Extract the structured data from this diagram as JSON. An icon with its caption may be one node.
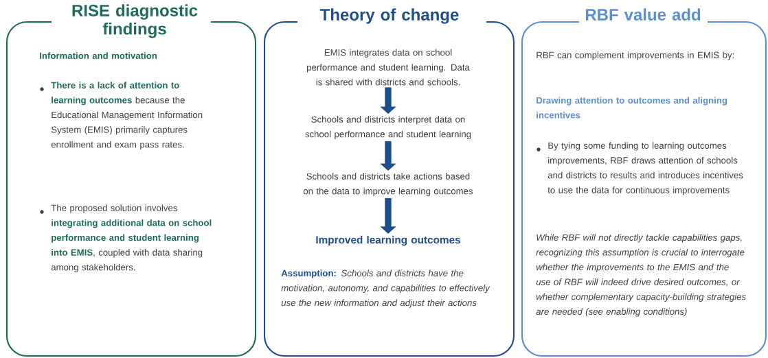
{
  "diagram": {
    "nodes": [
      {
        "text": [
          "RISE diagnostic findings",
          "Information and motivation",
          "**There is a lack of attention to learning outcomes** because the Educational Management Information System (EMIS) primarily captures enrollment and exam pass rates.",
          "The proposed solution involves **integrating additional data on school performance and student learning into EMIS**, coupled with data sharing among stakeholders."
        ]
      },
      {
        "text": [
          "Theory of change",
          "**Assumption:** *Schools and districts have the motivation, autonomy, and capabilities to effectively use the new information and adjust their actions*"
        ]
      },
      {
        "text": [
          "EMIS integrates data on school performance and student learning. Data is shared with districts and schools."
        ],
        "in": 1
      },
      {
        "text": [
          "Schools and districts interpret data on school performance and student learning"
        ],
        "in": 1
      },
      {
        "text": [
          "Schools and districts take actions based on the data to improve learning outcomes"
        ],
        "in": 1
      },
      {
        "text": [
          "Improved learning outcomes"
        ],
        "in": 1
      },
      {
        "text": [
          "RBF value add",
          "RBF can complement improvements in EMIS by:",
          "Drawing attention to outcomes and aligning incentives",
          "By tying some funding to learning outcomes improvements, RBF draws attention of schools and districts to results and introduces incentives to use the data for continuous improvements",
          "While RBF will not directly tackle capabilities gaps, recognizing this assumption is crucial to interrogate whether the improvements to the EMIS and the use of RBF will indeed drive desired outcomes, or whether complementary capacity-building strategies are needed (see enabling conditions)"
        ]
      }
    ],
    "edges": [
      {
        "from": 2,
        "to": 3,
        "arrow": "to"
      },
      {
        "from": 3,
        "to": 4,
        "arrow": "to"
      },
      {
        "from": 4,
        "to": 5,
        "arrow": "to"
      }
    ]
  }
}
